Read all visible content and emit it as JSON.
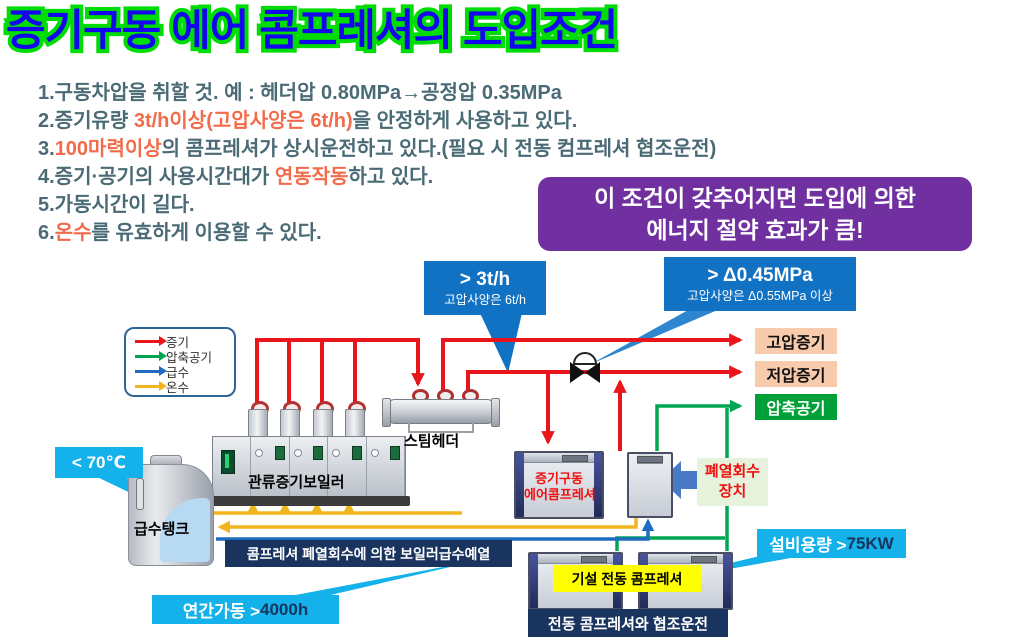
{
  "title": "증기구동 에어 콤프레셔의 도입조건",
  "conditions": [
    {
      "segments": [
        {
          "t": "1.구동차압을 취할 것. 예 : 헤더압 0.80MPa→공정압 0.35MPa",
          "hl": false
        }
      ]
    },
    {
      "segments": [
        {
          "t": "2.증기유량 ",
          "hl": false
        },
        {
          "t": "3t/h이상(고압사양은 6t/h)",
          "hl": true
        },
        {
          "t": "을 안정하게 사용하고 있다.",
          "hl": false
        }
      ]
    },
    {
      "segments": [
        {
          "t": "3.",
          "hl": false
        },
        {
          "t": "100마력이상",
          "hl": true
        },
        {
          "t": "의 콤프레셔가 상시운전하고 있다.(필요 시 전동 컴프레셔 협조운전)",
          "hl": false
        }
      ]
    },
    {
      "segments": [
        {
          "t": "4.증기·공기의 사용시간대가 ",
          "hl": false
        },
        {
          "t": "연동작동",
          "hl": true
        },
        {
          "t": "하고 있다.",
          "hl": false
        }
      ]
    },
    {
      "segments": [
        {
          "t": "5.가동시간이 길다.",
          "hl": false
        }
      ]
    },
    {
      "segments": [
        {
          "t": "6.",
          "hl": false
        },
        {
          "t": "온수",
          "hl": true
        },
        {
          "t": "를 유효하게 이용할 수 있다.",
          "hl": false
        }
      ]
    }
  ],
  "benefit": {
    "line1": "이 조건이 갖추어지면 도입에 의한",
    "line2": "에너지 절약 효과가 큼!"
  },
  "callout_flow": {
    "line1": "> 3t/h",
    "line2": "고압사양은 6t/h"
  },
  "callout_pressure": {
    "line1": "> Δ0.45MPa",
    "line2": "고압사양은 Δ0.55MPa 이상"
  },
  "callout_temp": "< 70℃",
  "callout_capacity": {
    "prefix": "설비용량 > ",
    "value": "75KW"
  },
  "callout_annual": {
    "prefix": "연간가동 > ",
    "value": "4000h"
  },
  "legend": [
    {
      "label": "증기",
      "color": "#e8161b"
    },
    {
      "label": "압축공기",
      "color": "#00a650"
    },
    {
      "label": "급수",
      "color": "#1f6bbf"
    },
    {
      "label": "온수",
      "color": "#f0b51f"
    }
  ],
  "outputs": {
    "high_steam": "고압증기",
    "low_steam": "저압증기",
    "compressed_air": "압축공기"
  },
  "equipment": {
    "boiler": "관류증기보일러",
    "steam_header": "스팀헤더",
    "feed_tank": "급수탱크",
    "steam_compressor_line1": "증기구동",
    "steam_compressor_line2": "에어콤프레셔",
    "heat_recovery_line1": "폐열회수",
    "heat_recovery_line2": "장치",
    "electric_compressor": "기설 전동 콤프레셔"
  },
  "captions": {
    "preheat": "콤프레셔 폐열회수에 의한 보일러급수예열",
    "coop": "전동 콤프레셔와 협조운전"
  },
  "colors": {
    "accent_orange": "#f26b4a",
    "purple": "#7030a0",
    "cyan": "#14b1ea",
    "callout_blue": "#1171c2",
    "navy": "#1a3460",
    "peach": "#f8cbad",
    "output_green": "#00a038",
    "pipe_red": "#e8161b",
    "pipe_green": "#00a650",
    "pipe_blue": "#1f6bbf",
    "pipe_yellow": "#f0b51f"
  }
}
